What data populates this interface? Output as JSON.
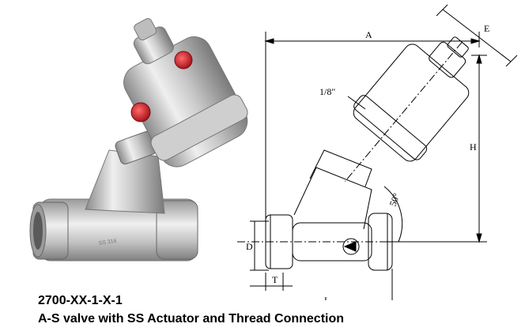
{
  "caption": {
    "model_code": "2700-XX-1-X-1",
    "description": "A-S valve with SS Actuator and Thread Connection"
  },
  "drawing": {
    "labels": {
      "A": "A",
      "E": "E",
      "H": "H",
      "D": "D",
      "T": "T",
      "L": "L",
      "port": "1/8\"",
      "angle": "50°"
    }
  },
  "colors": {
    "steel_light": "#e8e8e8",
    "steel_mid": "#b5b5b5",
    "steel_dark": "#6f6f6f",
    "port_cap": "#c8202a",
    "line": "#000000"
  }
}
